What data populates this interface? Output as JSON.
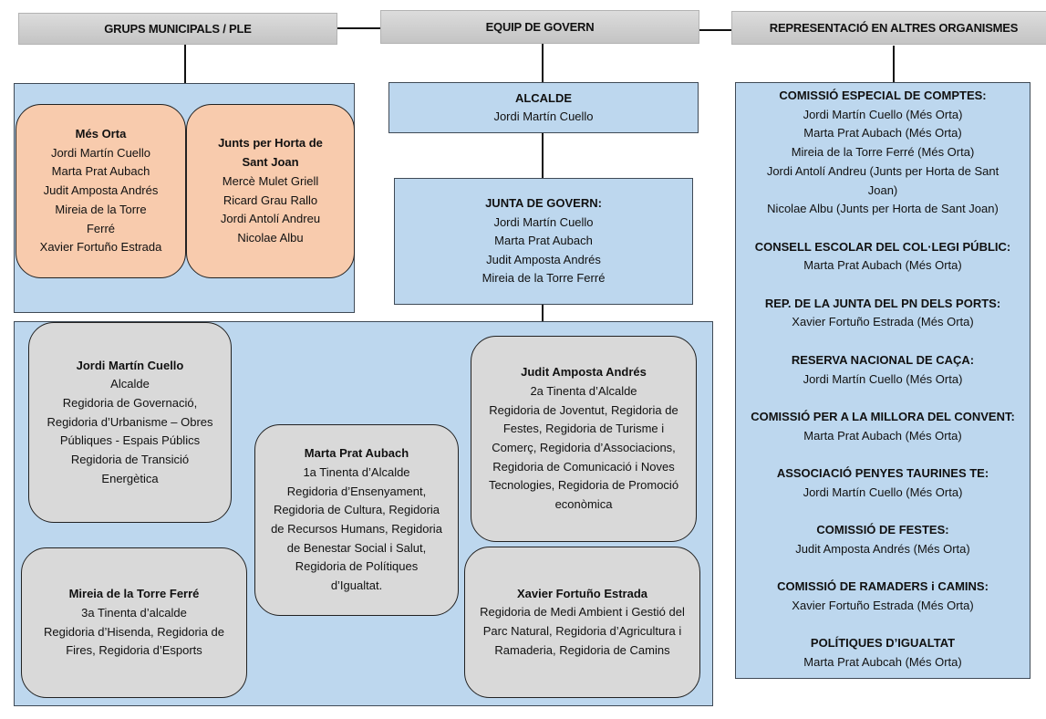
{
  "headers": {
    "grups": "GRUPS MUNICIPALS / PLE",
    "equip": "EQUIP DE GOVERN",
    "representacio": "REPRESENTACIÓ EN ALTRES ORGANISMES"
  },
  "grups_municipals": [
    {
      "name": "Més Orta",
      "members": [
        "Jordi Martín Cuello",
        "Marta Prat Aubach",
        "Judit Amposta Andrés",
        "Mireia de la Torre Ferré",
        "Xavier Fortuño Estrada"
      ]
    },
    {
      "name": "Junts per Horta de Sant Joan",
      "members": [
        "Mercè Mulet Griell",
        "Ricard Grau Rallo",
        "Jordi Antolí Andreu",
        "Nicolae Albu"
      ]
    }
  ],
  "alcalde": {
    "title": "ALCALDE",
    "name": "Jordi Martín Cuello"
  },
  "junta_govern": {
    "title": "JUNTA DE GOVERN:",
    "members": [
      "Jordi Martín Cuello",
      "Marta Prat Aubach",
      "Judit Amposta Andrés",
      "Mireia de la Torre Ferré"
    ]
  },
  "regidors": [
    {
      "name": "Jordi Martín Cuello",
      "role": "Alcalde",
      "areas": "Regidoria de Governació, Regidoria d’Urbanisme – Obres Públiques - Espais Públics",
      "areas2": "Regidoria de Transició Energètica"
    },
    {
      "name": "Marta Prat Aubach",
      "role": "1a Tinenta d’Alcalde",
      "areas": "Regidoria d’Ensenyament, Regidoria de Cultura, Regidoria de Recursos Humans, Regidoria de Benestar Social i Salut, Regidoria de Polítiques d’Igualtat."
    },
    {
      "name": "Judit Amposta Andrés",
      "role": "2a Tinenta d’Alcalde",
      "areas": "Regidoria de Joventut, Regidoria de Festes, Regidoria de Turisme i Comerç, Regidoria d’Associacions, Regidoria de Comunicació i Noves Tecnologies, Regidoria de Promoció econòmica"
    },
    {
      "name": "Mireia de la Torre Ferré",
      "role": "3a Tinenta d’alcalde",
      "areas": "Regidoria d’Hisenda, Regidoria de Fires, Regidoria d’Esports"
    },
    {
      "name": "Xavier Fortuño Estrada",
      "role": "",
      "areas": "Regidoria de Medi Ambient i Gestió del Parc Natural, Regidoria d’Agricultura i Ramaderia, Regidoria de Camins"
    }
  ],
  "representacio": [
    {
      "title": "COMISSIÓ ESPECIAL DE COMPTES:",
      "members": [
        "Jordi Martín Cuello (Més Orta)",
        "Marta Prat Aubach (Més Orta)",
        "Mireia de la Torre Ferré (Més Orta)",
        "Jordi Antolí Andreu (Junts per Horta de Sant Joan)",
        "Nicolae Albu (Junts per Horta de Sant Joan)"
      ]
    },
    {
      "title": "CONSELL ESCOLAR DEL COL·LEGI PÚBLIC:",
      "members": [
        "Marta Prat Aubach (Més Orta)"
      ]
    },
    {
      "title": "REP. DE LA JUNTA DEL PN DELS PORTS:",
      "members": [
        "Xavier Fortuño Estrada (Més Orta)"
      ]
    },
    {
      "title": "RESERVA NACIONAL DE CAÇA:",
      "members": [
        "Jordi Martín Cuello (Més Orta)"
      ]
    },
    {
      "title": "COMISSIÓ PER A LA MILLORA DEL CONVENT:",
      "members": [
        "Marta Prat Aubach (Més Orta)"
      ]
    },
    {
      "title": "ASSOCIACIÓ PENYES TAURINES TE:",
      "members": [
        "Jordi Martín Cuello (Més Orta)"
      ]
    },
    {
      "title": "COMISSIÓ DE FESTES:",
      "members": [
        "Judit Amposta Andrés (Més Orta)"
      ]
    },
    {
      "title": "COMISSIÓ DE RAMADERS i CAMINS:",
      "members": [
        "Xavier Fortuño Estrada (Més Orta)"
      ]
    },
    {
      "title": "POLÍTIQUES D’IGUALTAT",
      "members": [
        "Marta Prat Aubcah (Més Orta)"
      ]
    }
  ],
  "colors": {
    "header_grey": "#c8c8c8",
    "panel_blue": "#bdd7ee",
    "group_orange": "#f8cbad",
    "regidor_grey": "#d9d9d9"
  }
}
